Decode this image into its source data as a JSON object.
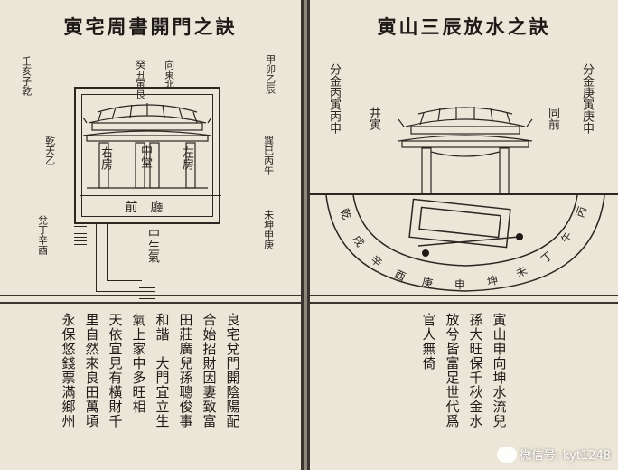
{
  "left": {
    "title": "寅宅周書開門之訣",
    "compass": {
      "top_left": "壬亥子乾",
      "top_center": "向東北",
      "top_center2": "癸丑寅艮",
      "right_top": "甲卯乙辰",
      "left_mid": "乾天乙",
      "right_mid": "巽巳丙午",
      "left_low": "兌丁辛酉",
      "right_low": "未坤申庚"
    },
    "house": {
      "center_hall": "中堂",
      "right_room": "右房",
      "left_room": "左房",
      "front_hall": "前廳",
      "gate_label": "中生氣"
    },
    "verse": [
      "良宅兌門開陰陽配",
      "合始招財因妻致富",
      "田莊廣兒孫聰俊事",
      "和諧　大門宜立生",
      "氣上家中多旺相",
      "天依宜見有橫財千",
      "里自然來良田萬頃",
      "永保悠錢票滿鄉州"
    ]
  },
  "right": {
    "title": "寅山三辰放水之訣",
    "side_left_a": "分金丙寅丙申",
    "side_left_b": "井寅",
    "side_right_a": "分金庚寅庚申",
    "side_right_b": "同前",
    "arc_labels": [
      "乾",
      "戌",
      "辛",
      "酉",
      "庚",
      "申",
      "坤",
      "未",
      "丁",
      "午",
      "丙"
    ],
    "verse": [
      "寅山申向坤水流兒",
      "孫大旺保千秋金水",
      "放兮皆富足世代爲",
      "官人無倚"
    ]
  },
  "watermark": "微信号: kyt1248"
}
